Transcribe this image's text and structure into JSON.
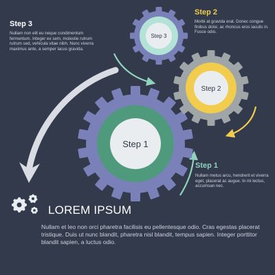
{
  "step3": {
    "title": "Step 3",
    "body": "Nullam non elit eu neque condimentum fermentum. Integer ex sem, molestie rutrum rutrum sed, vehicula vitae nibh. Nunc viverra maximus ante, a semper lacus gravida."
  },
  "step2": {
    "title": "Step 2",
    "body": "Morbi at gravida erat. Donec congue finibus dolor, ac rhoncus eros iaculis in. Fusce odio."
  },
  "step1": {
    "title": "Step 1",
    "body": "Nullam metus arcu, hendrerit et viverra eget, placerat ac augue. In mi lectus, accumsan nec."
  },
  "gears": {
    "gear1_label": "Step 1",
    "gear2_label": "Step 2",
    "gear3_label": "Step 3"
  },
  "footer": {
    "title": "LOREM IPSUM",
    "body": "Nullam et leo non orci pharetra facilisis eu pellentesque odio. Cras egestas placerat tristique. Duis ut nunc blandit, pharetra nisl blandit, tempus sapien. Integer porttitor blandit sapien, a luctus odio."
  },
  "colors": {
    "background": "#323a4b",
    "gear_blue": "#7a80b8",
    "gear_gray": "#a0a6a8",
    "ring_green": "#4f9a7c",
    "ring_yellow": "#f2cc4c",
    "ring_mint": "#b3e2d6",
    "arrow_white": "#d9dde3",
    "arrow_mint": "#8fd3bd",
    "arrow_yellow": "#f2cc4c"
  }
}
